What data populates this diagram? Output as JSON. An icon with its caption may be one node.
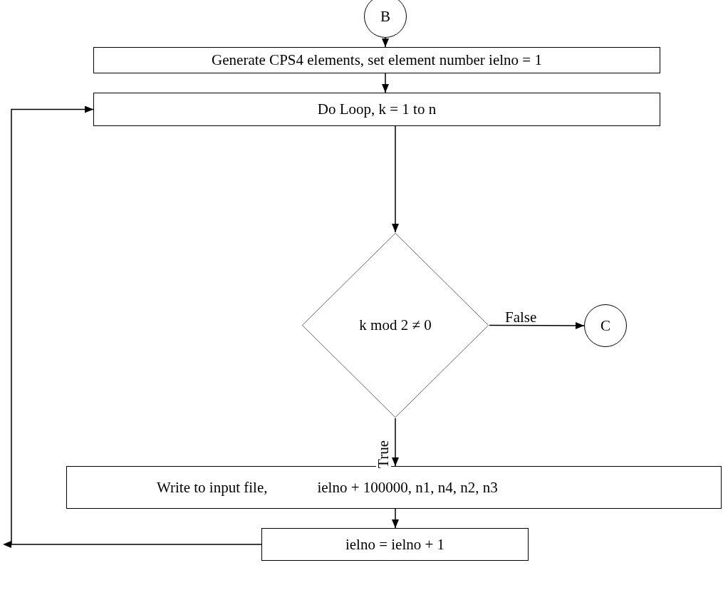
{
  "diagram": {
    "nodes": [
      {
        "text": [
          "B"
        ]
      },
      {
        "text": [
          "Generate CPS4 elements, set element number ielno = 1"
        ]
      },
      {
        "text": [
          "Do Loop, k = 1 to n"
        ]
      },
      {
        "text": [
          "k mod 2 ≠ 0"
        ]
      },
      {
        "text": [
          "C"
        ]
      },
      {
        "text": [
          "Write to input file,",
          "ielno + 100000, n1, n4, n2, n3"
        ]
      },
      {
        "text": [
          "ielno = ielno + 1"
        ]
      }
    ],
    "edges": [
      {
        "from": 0,
        "to": 1,
        "arrow": "to"
      },
      {
        "from": 1,
        "to": 2,
        "arrow": "to"
      },
      {
        "from": 2,
        "to": 3,
        "arrow": "to"
      },
      {
        "from": 3,
        "to": 4,
        "arrow": "to",
        "label": "False"
      },
      {
        "from": 3,
        "to": 5,
        "arrow": "to",
        "label": "True"
      },
      {
        "from": 5,
        "to": 6,
        "arrow": "to"
      },
      {
        "from": 6,
        "to": 2,
        "arrow": "to"
      }
    ]
  }
}
